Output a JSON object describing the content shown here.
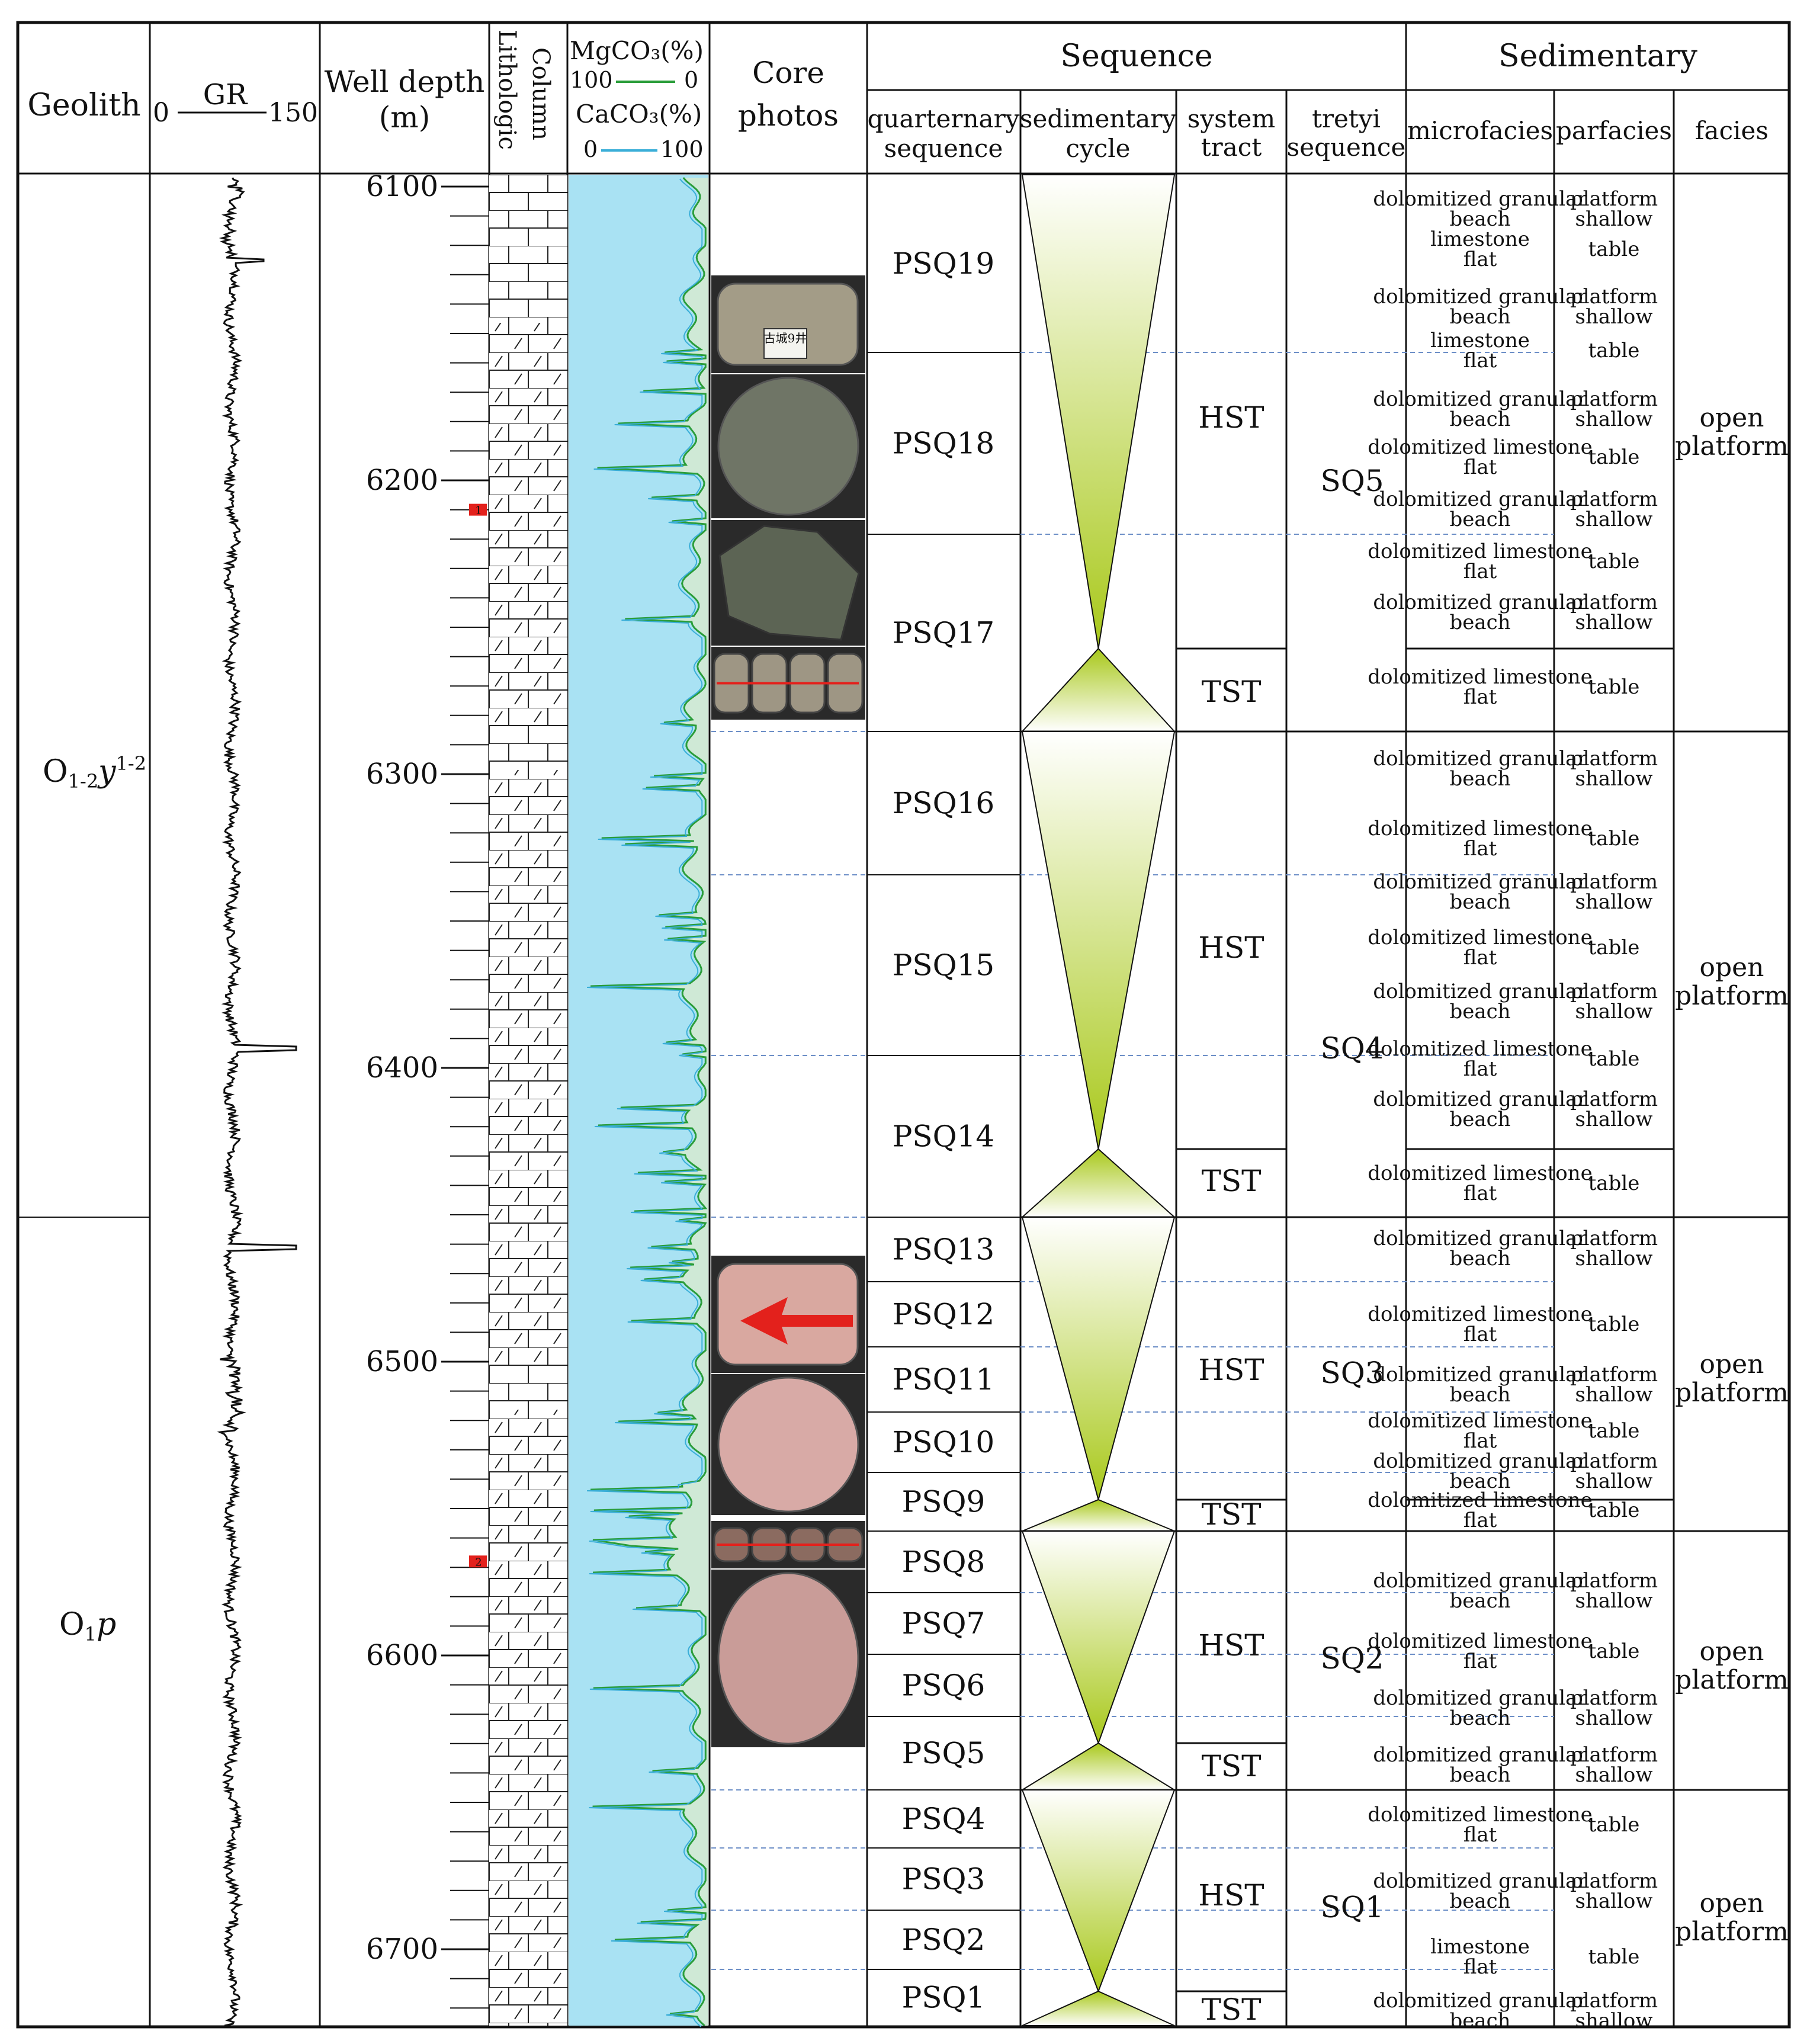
{
  "header": {
    "geolith": "Geolith",
    "gr_label": "GR",
    "gr_min": "0",
    "gr_max": "150",
    "depth_label_1": "Well depth",
    "depth_label_2": "(m)",
    "lithologic_label_1": "Lithologic",
    "lithologic_label_2": "Column",
    "mg_label": "MgCO₃(%)",
    "mg_min": "100",
    "mg_max": "0",
    "ca_label": "CaCO₃(%)",
    "ca_min": "0",
    "ca_max": "100",
    "core_label_1": "Core",
    "core_label_2": "photos",
    "sequence_group": "Sequence",
    "quarternary_1": "quarternary",
    "quarternary_2": "sequence",
    "cycle_1": "sedimentary",
    "cycle_2": "cycle",
    "tract_1": "system",
    "tract_2": "tract",
    "tretyi_1": "tretyi",
    "tretyi_2": "sequence",
    "sedimentary_group": "Sedimentary",
    "microfacies": "microfacies",
    "parfacies": "parfacies",
    "facies": "facies"
  },
  "geolith": [
    {
      "base": "O",
      "sub": "1-2",
      "sym": "y",
      "sup": "1-2"
    },
    {
      "base": "O",
      "sub": "1",
      "sym": "p",
      "sup": ""
    }
  ],
  "depth_ticks": [
    "6100",
    "6200",
    "6300",
    "6400",
    "6500",
    "6600",
    "6700"
  ],
  "markers": [
    "1",
    "2"
  ],
  "psq": [
    "PSQ19",
    "PSQ18",
    "PSQ17",
    "PSQ16",
    "PSQ15",
    "PSQ14",
    "PSQ13",
    "PSQ12",
    "PSQ11",
    "PSQ10",
    "PSQ9",
    "PSQ8",
    "PSQ7",
    "PSQ6",
    "PSQ5",
    "PSQ4",
    "PSQ3",
    "PSQ2",
    "PSQ1"
  ],
  "tracts": [
    "HST",
    "TST",
    "HST",
    "TST",
    "HST",
    "TST",
    "HST",
    "TST",
    "HST",
    "TST"
  ],
  "sq": [
    "SQ5",
    "SQ4",
    "SQ3",
    "SQ2",
    "SQ1"
  ],
  "facies": [
    "open platform",
    "open platform",
    "open platform",
    "open platform",
    "open platform"
  ],
  "core_photo_label": "古城9井",
  "micro": [
    {
      "m": "dolomitized granular beach",
      "p": "platform shallow"
    },
    {
      "m": "limestone flat",
      "p": "table"
    },
    {
      "m": "dolomitized granular beach",
      "p": "platform shallow"
    },
    {
      "m": "limestone flat",
      "p": "table"
    },
    {
      "m": "dolomitized granular beach",
      "p": "platform shallow"
    },
    {
      "m": "dolomitized limestone flat",
      "p": "table"
    },
    {
      "m": "dolomitized granular beach",
      "p": "platform shallow"
    },
    {
      "m": "dolomitized limestone flat",
      "p": "table"
    },
    {
      "m": "dolomitized granular beach",
      "p": "platform shallow"
    },
    {
      "m": "dolomitized limestone flat",
      "p": "table"
    },
    {
      "m": "dolomitized granular beach",
      "p": "platform shallow"
    },
    {
      "m": "dolomitized limestone flat",
      "p": "table"
    },
    {
      "m": "dolomitized granular beach",
      "p": "platform shallow"
    },
    {
      "m": "dolomitized limestone flat",
      "p": "table"
    },
    {
      "m": "dolomitized granular beach",
      "p": "platform shallow"
    },
    {
      "m": "dolomitized limestone flat",
      "p": "table"
    },
    {
      "m": "dolomitized granular beach",
      "p": "platform shallow"
    },
    {
      "m": "dolomitized limestone flat",
      "p": "table"
    },
    {
      "m": "dolomitized granular beach",
      "p": "platform shallow"
    },
    {
      "m": "dolomitized limestone flat",
      "p": "table"
    },
    {
      "m": "dolomitized granular beach",
      "p": "platform shallow"
    },
    {
      "m": "dolomitized limestone flat",
      "p": "table"
    },
    {
      "m": "dolomitized granular beach",
      "p": "platform shallow"
    },
    {
      "m": "dolomitized limestone flat",
      "p": "table"
    },
    {
      "m": "dolomitized granular beach",
      "p": "platform shallow"
    },
    {
      "m": "dolomitized limestone flat",
      "p": "table"
    },
    {
      "m": "dolomitized granular beach",
      "p": "platform shallow"
    },
    {
      "m": "dolomitized granular beach",
      "p": "platform shallow"
    },
    {
      "m": "dolomitized limestone flat",
      "p": "table"
    },
    {
      "m": "dolomitized granular beach",
      "p": "platform shallow"
    },
    {
      "m": "limestone flat",
      "p": "table"
    },
    {
      "m": "dolomitized granular beach",
      "p": "platform shallow"
    },
    {
      "m": "limestone flat",
      "p": "table"
    },
    {
      "m": "dolomitized granular beach",
      "p": "platform shallow"
    },
    {
      "m": "dolomitized limestone flat",
      "p": "table"
    }
  ],
  "colors": {
    "mgco3_line": "#2a9d3a",
    "caco3_line": "#3aaed8",
    "caco3_fill": "#a9e2f3",
    "mg_fill": "#cfe9d6",
    "cycle_dark": "#a8c81a",
    "cycle_light": "#ffffff",
    "marker": "#e3211c",
    "dashed": "#6d8fc7"
  }
}
